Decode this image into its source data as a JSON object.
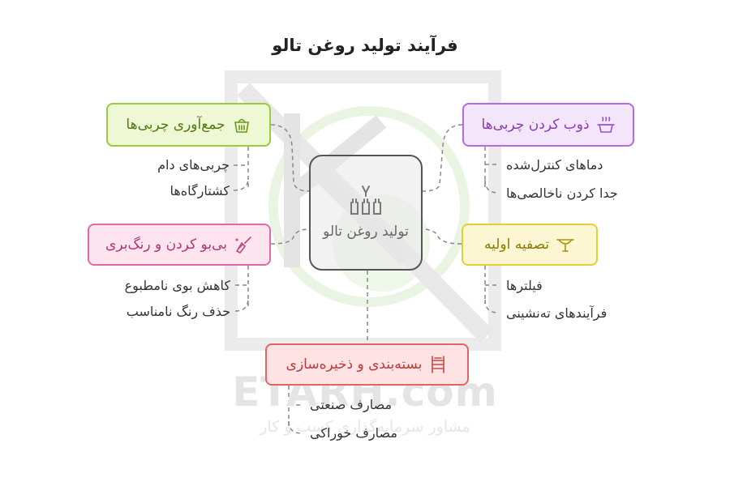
{
  "title": "فرآیند تولید روغن تالو",
  "center": {
    "label": "تولید روغن تالو",
    "icon": "bottles-icon"
  },
  "nodes": {
    "collect": {
      "label": "جمع‌آوری چربی‌ها",
      "icon": "basket-icon",
      "color": "#9acb3c",
      "items": [
        "چربی‌های دام",
        "کشتارگاه‌ها"
      ]
    },
    "melt": {
      "label": "ذوب کردن چربی‌ها",
      "icon": "melting-pot-icon",
      "color": "#b869e0",
      "items": [
        "دماهای کنترل‌شده",
        "جدا کردن ناخالصی‌ها"
      ]
    },
    "deodorize": {
      "label": "بی‌بو کردن و رنگ‌بری",
      "icon": "cleaning-brush-icon",
      "color": "#df6aa5",
      "items": [
        "کاهش بوی نامطبوع",
        "حذف رنگ نامناسب"
      ]
    },
    "refine": {
      "label": "تصفیه اولیه",
      "icon": "filter-icon",
      "color": "#e3cf38",
      "items": [
        "فیلترها",
        "فرآیندهای ته‌نشینی"
      ]
    },
    "package": {
      "label": "بسته‌بندی و ذخیره‌سازی",
      "icon": "storage-rack-icon",
      "color": "#e56363",
      "items": [
        "مصارف صنعتی",
        "مصارف خوراکی"
      ]
    }
  },
  "watermark": {
    "brand": "ETARH.com",
    "tagline": "مشاور سرمایه‌گذاری کسب و کار"
  }
}
